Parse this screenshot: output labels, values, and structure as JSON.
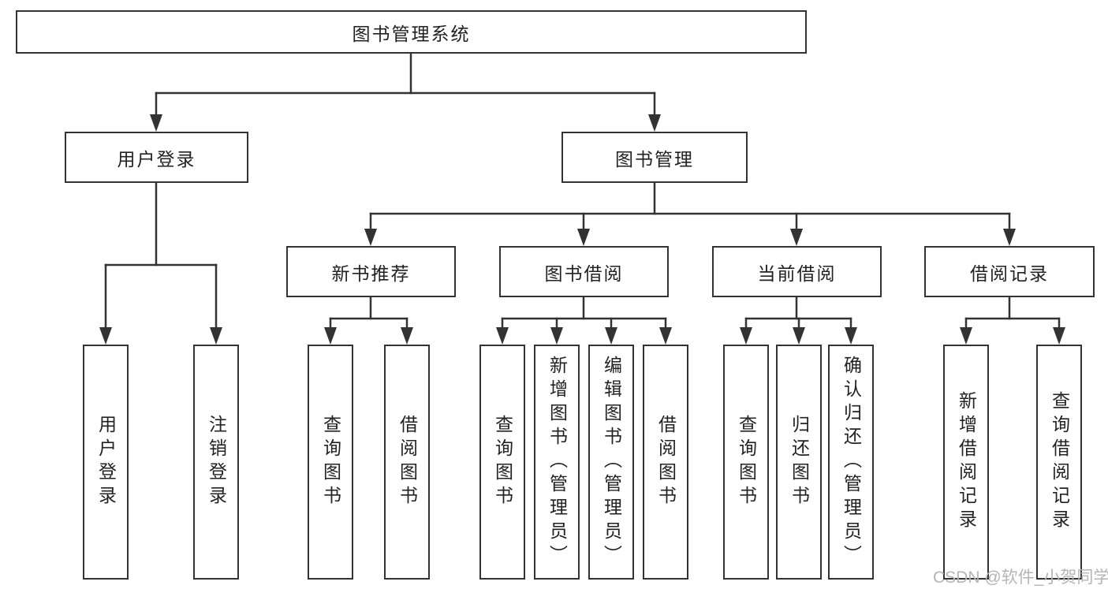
{
  "diagram": {
    "root": {
      "label": "图书管理系统"
    },
    "branches": [
      {
        "label": "用户登录",
        "children": [
          {
            "label": "用户登录"
          },
          {
            "label": "注销登录"
          }
        ]
      },
      {
        "label": "图书管理",
        "children": [
          {
            "label": "新书推荐",
            "children": [
              {
                "label": "查询图书"
              },
              {
                "label": "借阅图书"
              }
            ]
          },
          {
            "label": "图书借阅",
            "children": [
              {
                "label": "查询图书"
              },
              {
                "label": "新增图书（管理员）"
              },
              {
                "label": "编辑图书（管理员）"
              },
              {
                "label": "借阅图书"
              }
            ]
          },
          {
            "label": "当前借阅",
            "children": [
              {
                "label": "查询图书"
              },
              {
                "label": "归还图书"
              },
              {
                "label": "确认归还（管理员）"
              }
            ]
          },
          {
            "label": "借阅记录",
            "children": [
              {
                "label": "新增借阅记录"
              },
              {
                "label": "查询借阅记录"
              }
            ]
          }
        ]
      }
    ],
    "watermark": "CSDN @软件_小贺同学",
    "colors": {
      "line": "#333333",
      "box_border": "#333333",
      "box_fill": "#ffffff",
      "text": "#222222",
      "watermark": "#b5b5b5",
      "background": "#ffffff"
    }
  }
}
